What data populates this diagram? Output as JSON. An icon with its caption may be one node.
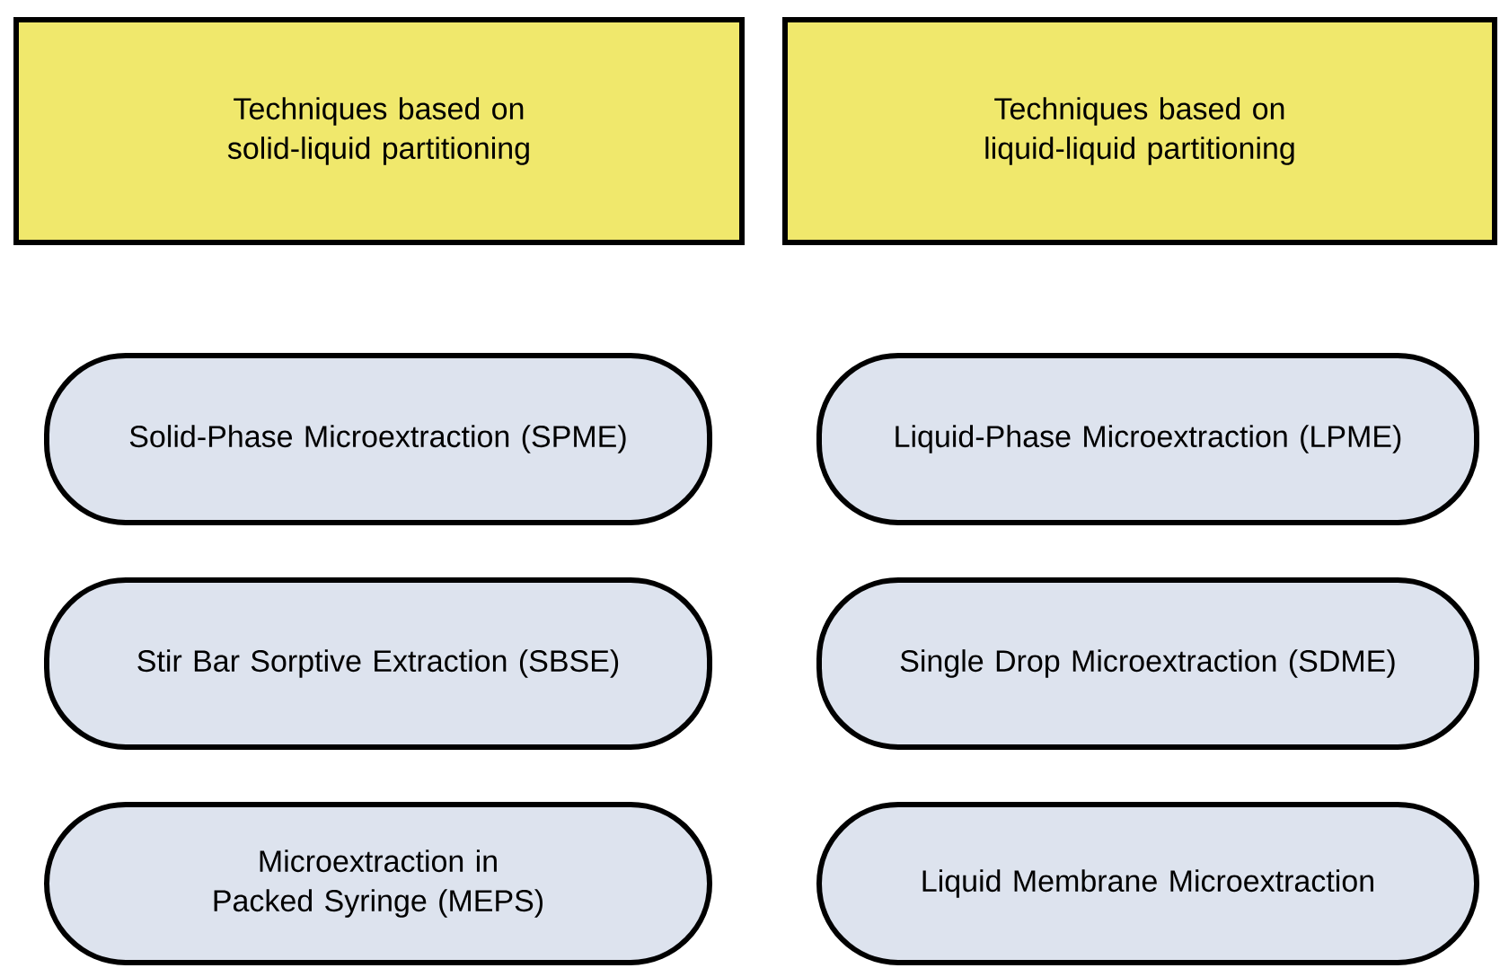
{
  "diagram": {
    "nodes": [
      {
        "text": [
          "Techniques based on solid-liquid partitioning"
        ]
      },
      {
        "text": [
          "Techniques based on liquid-liquid partitioning"
        ]
      },
      {
        "text": [
          "Solid-Phase Microextraction (SPME)"
        ]
      },
      {
        "text": [
          "Liquid-Phase Microextraction (LPME)"
        ]
      },
      {
        "text": [
          "Stir Bar Sorptive Extraction (SBSE)"
        ]
      },
      {
        "text": [
          "Single Drop Microextraction (SDME)"
        ]
      },
      {
        "text": [
          "Microextraction in Packed Syringe (MEPS)"
        ]
      },
      {
        "text": [
          "Liquid Membrane Microextraction"
        ]
      }
    ]
  }
}
